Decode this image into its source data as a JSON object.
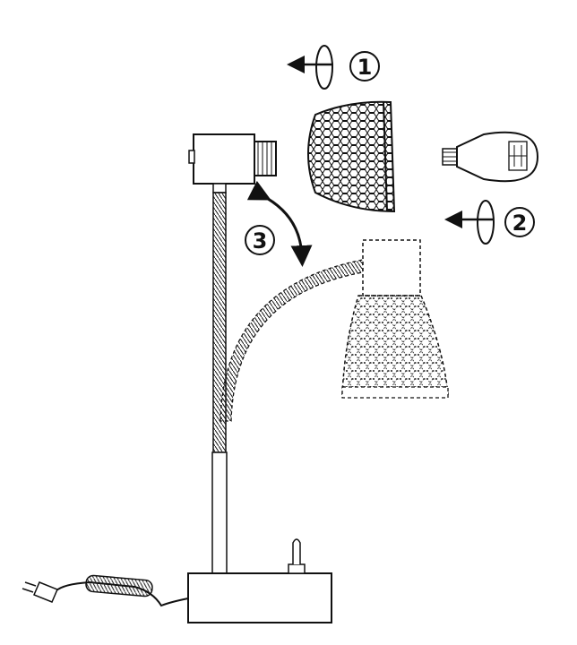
{
  "diagram": {
    "steps": [
      {
        "number": "1"
      },
      {
        "number": "2"
      },
      {
        "number": "3"
      }
    ],
    "colors": {
      "line": "#111111",
      "background": "#ffffff"
    }
  }
}
